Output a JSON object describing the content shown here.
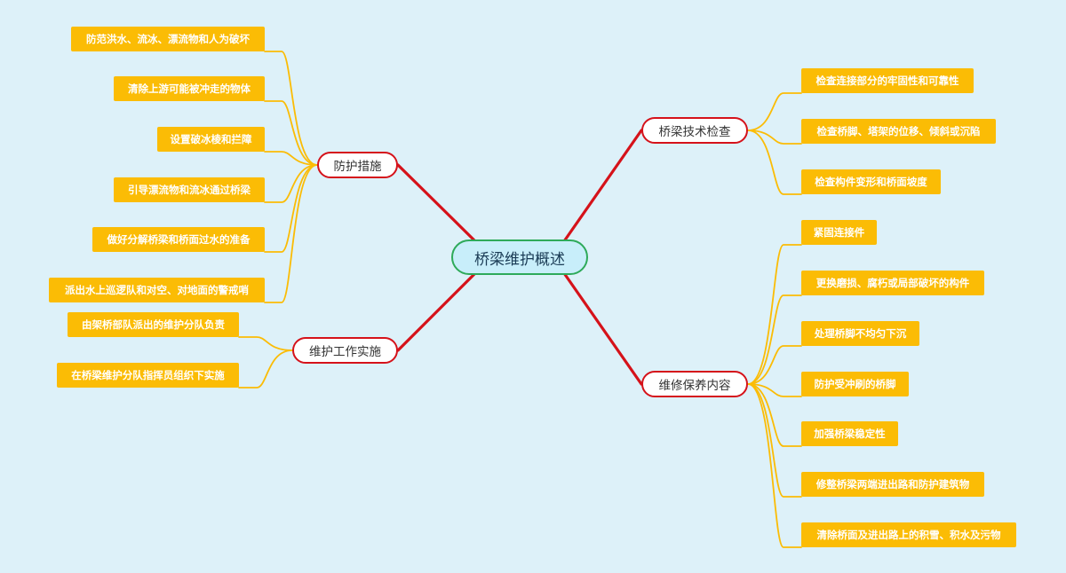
{
  "root": {
    "label": "桥梁维护概述"
  },
  "colors": {
    "background": "#ddf1f9",
    "root_fill": "#c8eefa",
    "root_border": "#2eaa5a",
    "branch_border": "#d5121a",
    "branch_line": "#d5121a",
    "leaf_fill": "#fbbc05",
    "leaf_line": "#fbbc05"
  },
  "branches": [
    {
      "label": "防护措施",
      "side": "left",
      "leaves": [
        "防范洪水、流冰、漂流物和人为破坏",
        "清除上游可能被冲走的物体",
        "设置破冰棱和拦障",
        "引导漂流物和流冰通过桥梁",
        "做好分解桥梁和桥面过水的准备",
        "派出水上巡逻队和对空、对地面的警戒哨"
      ]
    },
    {
      "label": "维护工作实施",
      "side": "left",
      "leaves": [
        "由架桥部队派出的维护分队负责",
        "在桥梁维护分队指挥员组织下实施"
      ]
    },
    {
      "label": "桥梁技术检查",
      "side": "right",
      "leaves": [
        "检查连接部分的牢固性和可靠性",
        "检查桥脚、塔架的位移、倾斜或沉陷",
        "检查构件变形和桥面坡度"
      ]
    },
    {
      "label": "维修保养内容",
      "side": "right",
      "leaves": [
        "紧固连接件",
        "更换磨损、腐朽或局部破坏的构件",
        "处理桥脚不均匀下沉",
        "防护受冲刷的桥脚",
        "加强桥梁稳定性",
        "修整桥梁两端进出路和防护建筑物",
        "清除桥面及进出路上的积雪、积水及污物"
      ]
    }
  ]
}
